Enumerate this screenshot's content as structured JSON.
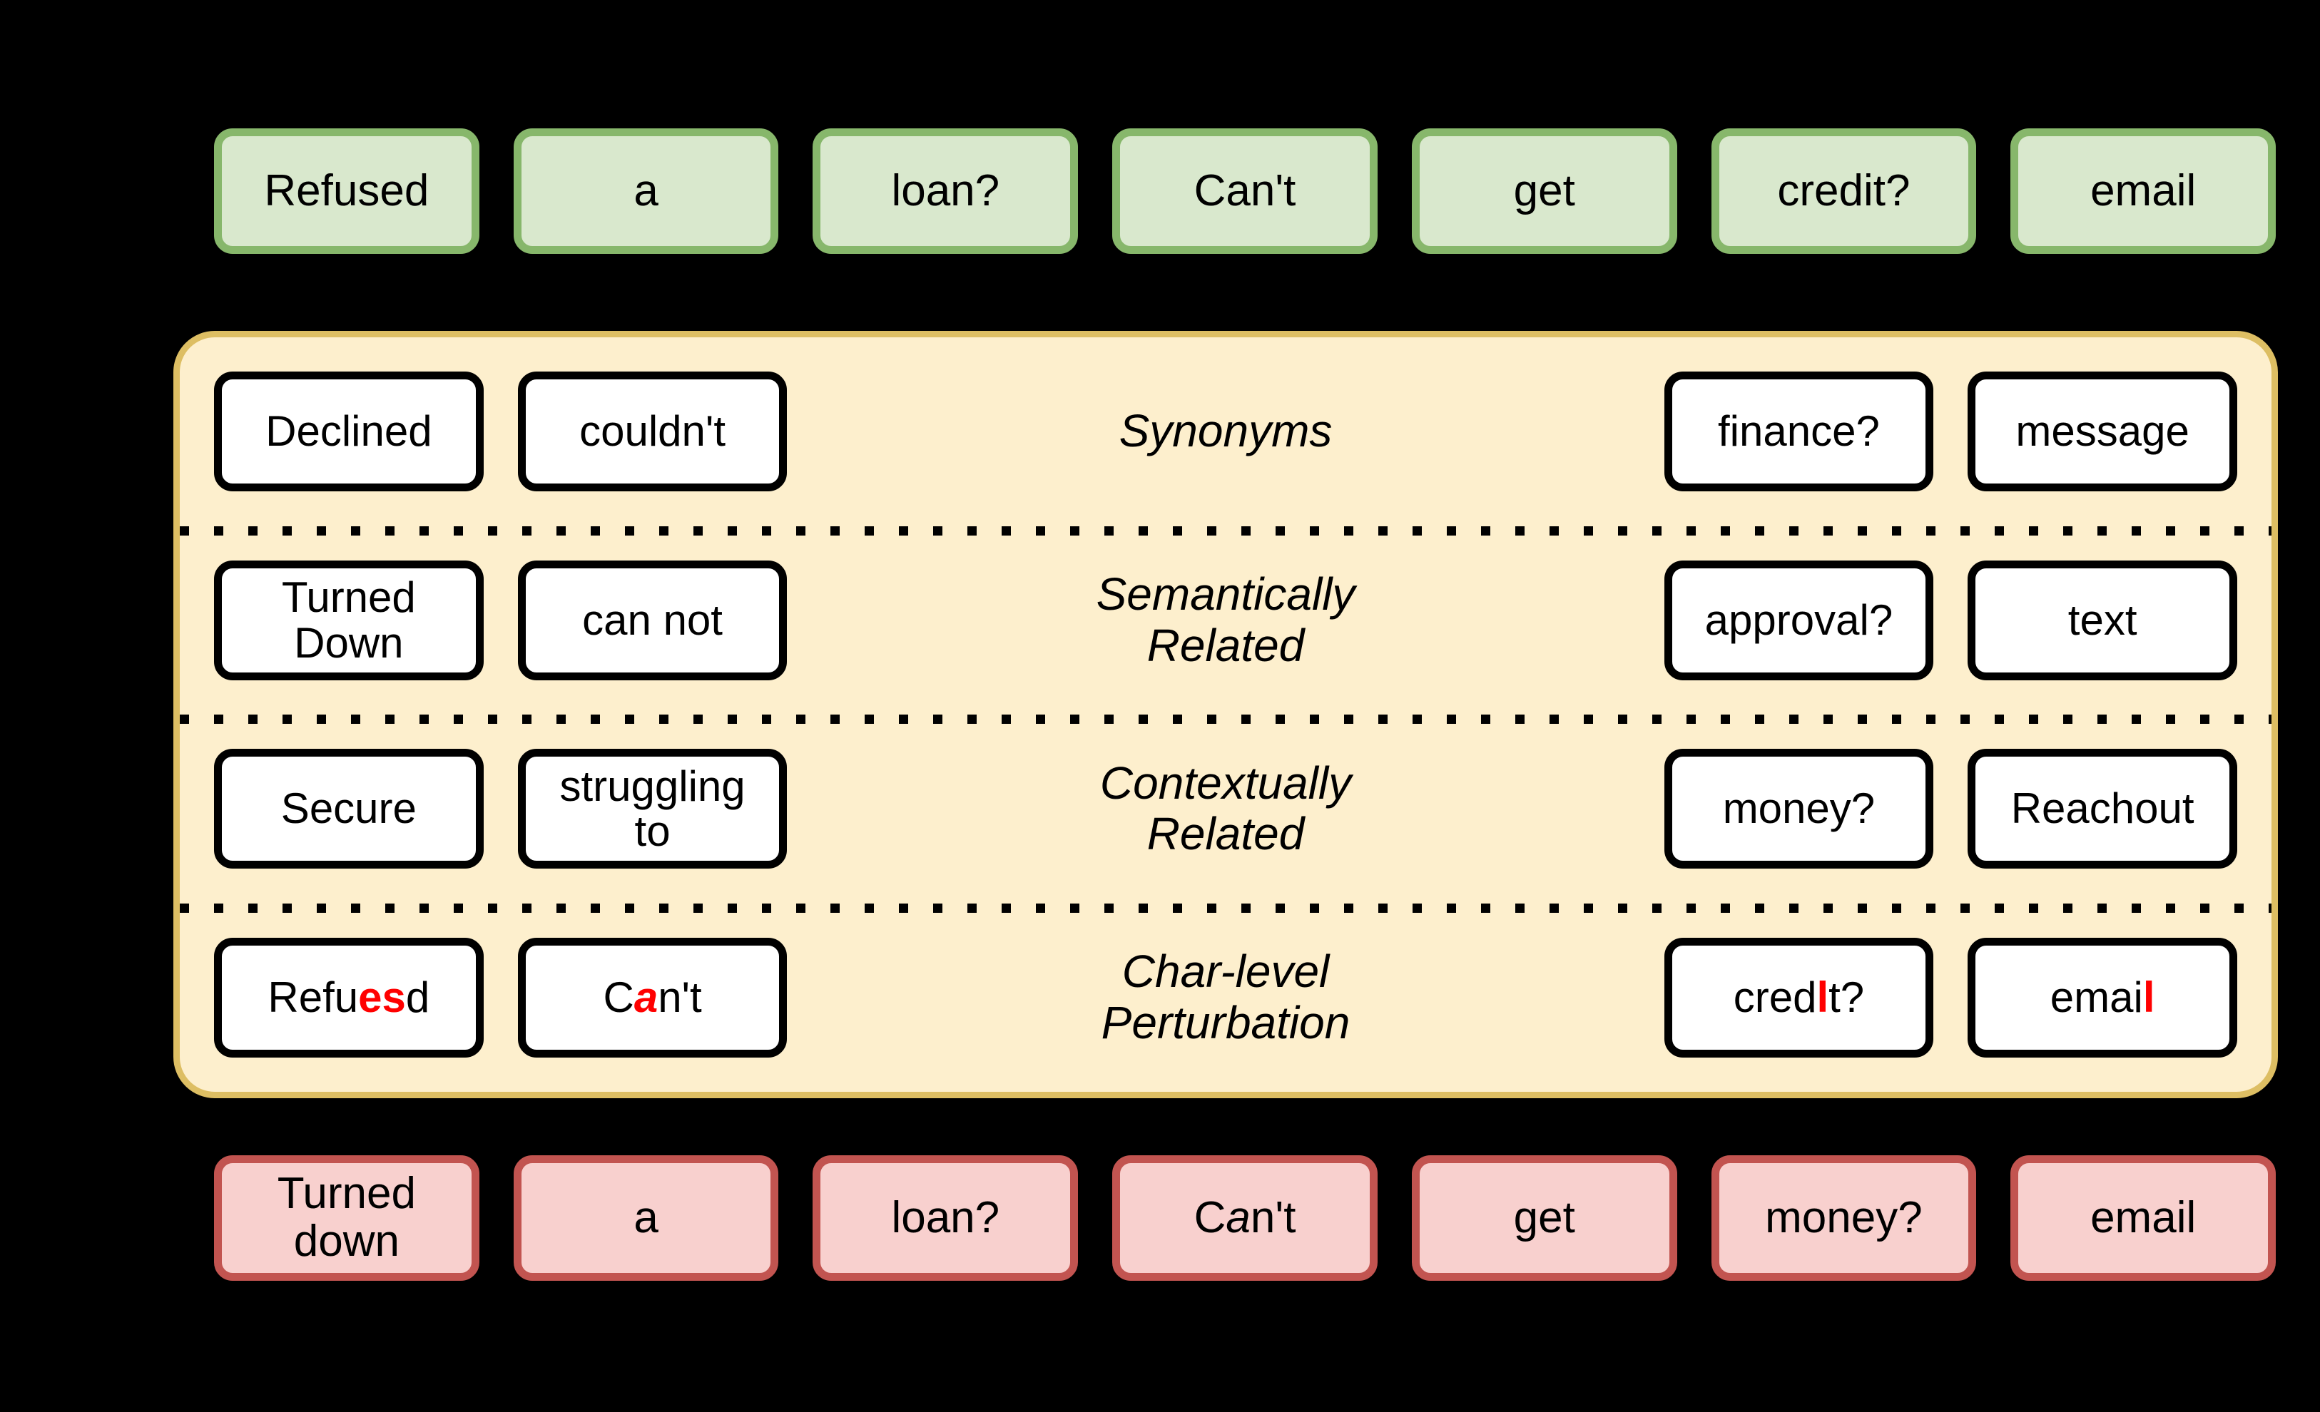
{
  "colors": {
    "background": "#000000",
    "source_fill": "#d9e8cd",
    "source_border": "#87b76b",
    "adversarial_fill": "#f8d0ce",
    "adversarial_border": "#c25450",
    "panel_fill": "#fdefcd",
    "panel_border": "#ddbe63",
    "candidate_fill": "#ffffff",
    "candidate_border": "#000000",
    "perturbation_highlight": "#ff0000"
  },
  "source_row": {
    "name": "original-sentence",
    "tokens": [
      {
        "text": "Refused"
      },
      {
        "text": "a"
      },
      {
        "text": "loan?"
      },
      {
        "text": "Can't"
      },
      {
        "text": "get"
      },
      {
        "text": "credit?"
      },
      {
        "text": "email"
      }
    ]
  },
  "candidate_panel": {
    "name": "perturbation-candidates",
    "rows": [
      {
        "label": "Synonyms",
        "cells": [
          {
            "text": "Declined"
          },
          {
            "text": "couldn't"
          },
          {
            "label": true
          },
          {
            "text": "finance?"
          },
          {
            "text": "message"
          }
        ]
      },
      {
        "label": "Semantically\nRelated",
        "cells": [
          {
            "text": "Turned\nDown"
          },
          {
            "text": "can not"
          },
          {
            "label": true
          },
          {
            "text": "approval?"
          },
          {
            "text": "text"
          }
        ]
      },
      {
        "label": "Contextually\nRelated",
        "cells": [
          {
            "text": "Secure"
          },
          {
            "text": "struggling\nto"
          },
          {
            "label": true
          },
          {
            "text": "money?"
          },
          {
            "text": "Reachout"
          }
        ]
      },
      {
        "label": "Char-level\nPerturbation",
        "cells": [
          {
            "text": "Refuesd",
            "parts": [
              {
                "t": "Refu"
              },
              {
                "t": "es",
                "style": "red"
              },
              {
                "t": "d"
              }
            ]
          },
          {
            "text": "Can't",
            "parts": [
              {
                "t": "C"
              },
              {
                "t": "a",
                "style": "red-italic"
              },
              {
                "t": "n't"
              }
            ]
          },
          {
            "label": true
          },
          {
            "text": "credlt?",
            "parts": [
              {
                "t": "cred"
              },
              {
                "t": "l",
                "style": "red"
              },
              {
                "t": "t?"
              }
            ]
          },
          {
            "text": "email",
            "parts": [
              {
                "t": "emai"
              },
              {
                "t": "l",
                "style": "red"
              }
            ]
          }
        ]
      }
    ]
  },
  "adversarial_row": {
    "name": "adversarial-sentence",
    "tokens": [
      {
        "text": "Turned\ndown"
      },
      {
        "text": "a"
      },
      {
        "text": "loan?"
      },
      {
        "text": "Can't",
        "parts": [
          {
            "t": "C"
          },
          {
            "t": "a",
            "style": "italic"
          },
          {
            "t": "n't"
          }
        ]
      },
      {
        "text": "get"
      },
      {
        "text": "money?"
      },
      {
        "text": "email"
      }
    ]
  }
}
